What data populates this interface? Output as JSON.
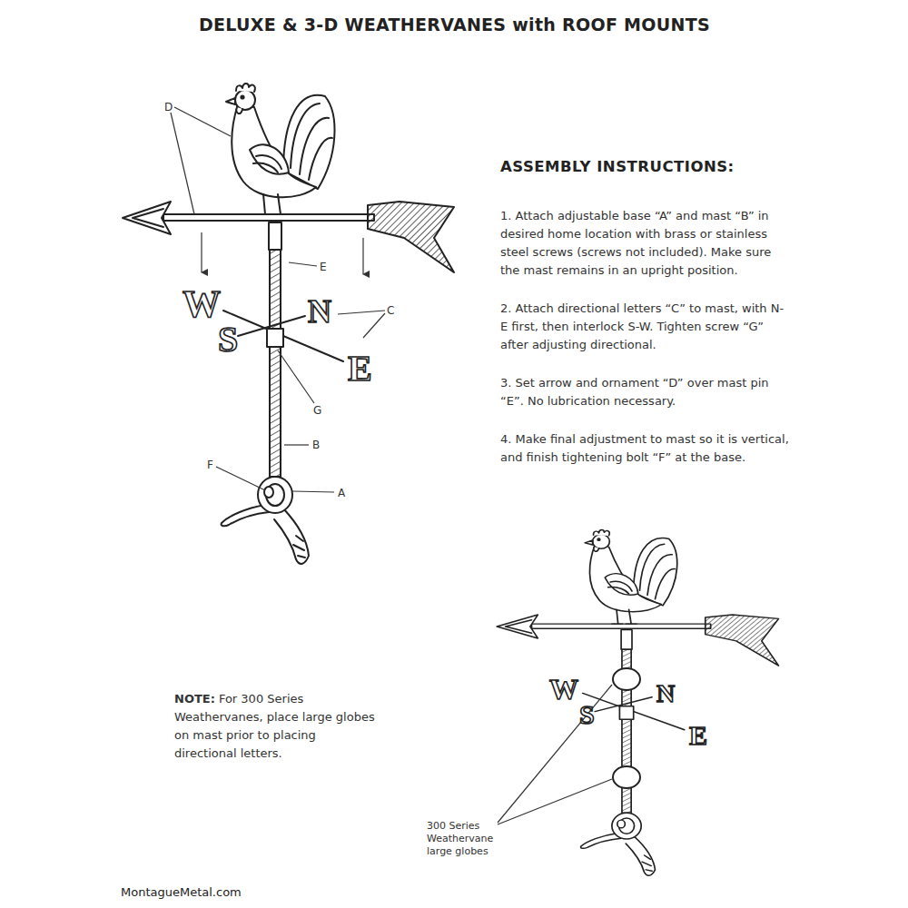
{
  "diagram": {
    "title": "DELUXE & 3-D WEATHERVANES with ROOF MOUNTS",
    "labels": [
      "ASSEMBLY INSTRUCTIONS:",
      "1. Attach adjustable base “A” and mast “B” in desired home location with brass or stainless steel screws (screws not included). Make sure the mast remains in an upright position.",
      "2. Attach directional letters “C” to mast, with N-E first, then interlock S-W. Tighten screw “G” after adjusting directional.",
      "3. Set arrow and ornament “D” over mast pin “E”. No lubrication necessary.",
      "4. Make final adjustment to mast so it is vertical, and finish tightening bolt “F” at the base.",
      "NOTE:",
      "For 300 Series Weathervanes, place large globes on mast prior to placing directional letters.",
      "D",
      "E",
      "C",
      "G",
      "B",
      "F",
      "A",
      "W",
      "N",
      "S",
      "E",
      "W",
      "N",
      "S",
      "E",
      "300 Series Weathervane large globes",
      "MontagueMetal.com"
    ]
  }
}
